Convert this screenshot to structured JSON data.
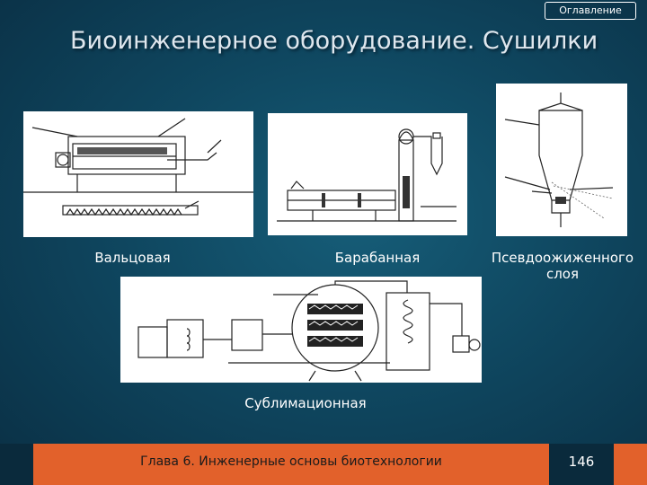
{
  "toc_button": {
    "label": "Оглавление"
  },
  "slide": {
    "title": "Биоинженерное оборудование. Сушилки"
  },
  "figures": {
    "roller": {
      "caption": "Вальцовая"
    },
    "drum": {
      "caption": "Барабанная"
    },
    "fluid_bed": {
      "caption": "Псевдоожиженного слоя"
    },
    "sublimation": {
      "caption": "Сублимационная"
    }
  },
  "footer": {
    "chapter": "Глава 6. Инженерные основы биотехнологии",
    "page": "146"
  },
  "colors": {
    "background": "#0f4760",
    "accent_orange": "#e2612b",
    "footer_dark": "#0a2a3c"
  }
}
